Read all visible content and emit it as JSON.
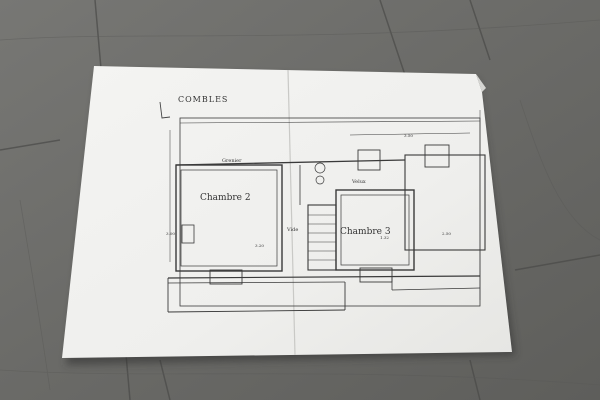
{
  "colors": {
    "floor_base": "#6f6f6c",
    "floor_dark": "#4e4e4c",
    "floor_light": "#8d8d89",
    "paper": "#f2f2f0",
    "paper_shadow": "#d9d9d6",
    "ink": "#3a3a3a"
  },
  "plan": {
    "title": "COMBLES",
    "rooms": {
      "chambre2": "Chambre 2",
      "chambre3": "Chambre 3",
      "grenier": "Grenier",
      "vide": "Vide"
    },
    "dims": {
      "top_right": "3.50",
      "right": "2.50",
      "left": "3.00",
      "bottom_left": "3.20",
      "bottom_right": "1.32"
    },
    "skylight_note": "Velux"
  }
}
